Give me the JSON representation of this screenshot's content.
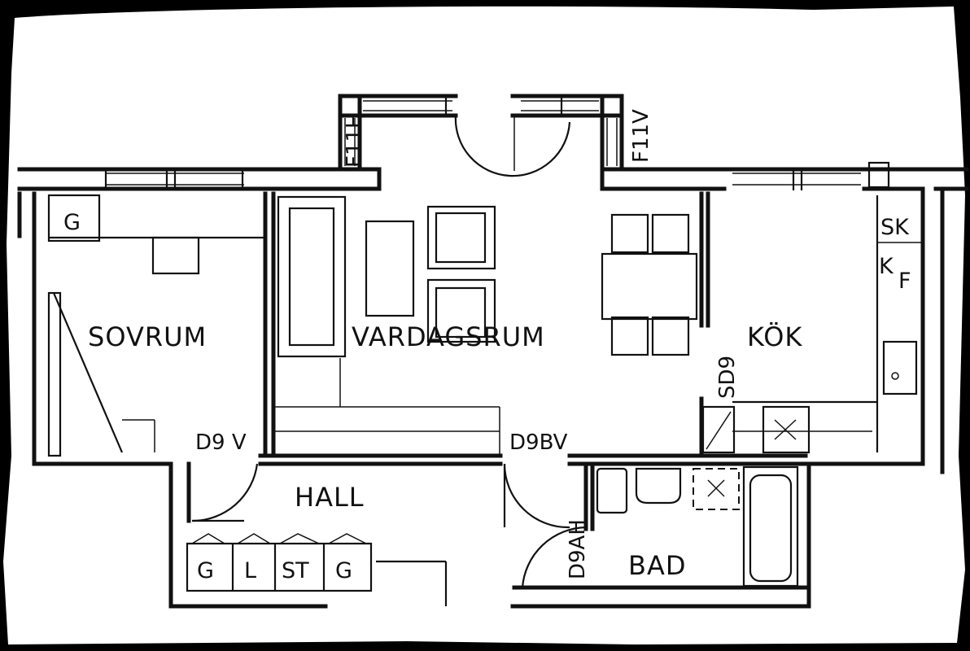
{
  "rooms": {
    "sovrum": "SOVRUM",
    "vardagsrum": "VARDAGSRUM",
    "kok": "KÖK",
    "hall": "HALL",
    "bad": "BAD"
  },
  "codes": {
    "f11h": "F11H",
    "f11v": "F11V",
    "sd9": "SD9",
    "d9v": "D9 V",
    "d9bv": "D9BV",
    "d9ah": "D9AH"
  },
  "fixtures": {
    "g_sovrum": "G",
    "sk": "SK",
    "k": "K",
    "f": "F",
    "hall_g1": "G",
    "hall_l": "L",
    "hall_st": "ST",
    "hall_g2": "G"
  },
  "colors": {
    "ink": "#111111",
    "paper": "#ffffff",
    "background": "#000000"
  }
}
